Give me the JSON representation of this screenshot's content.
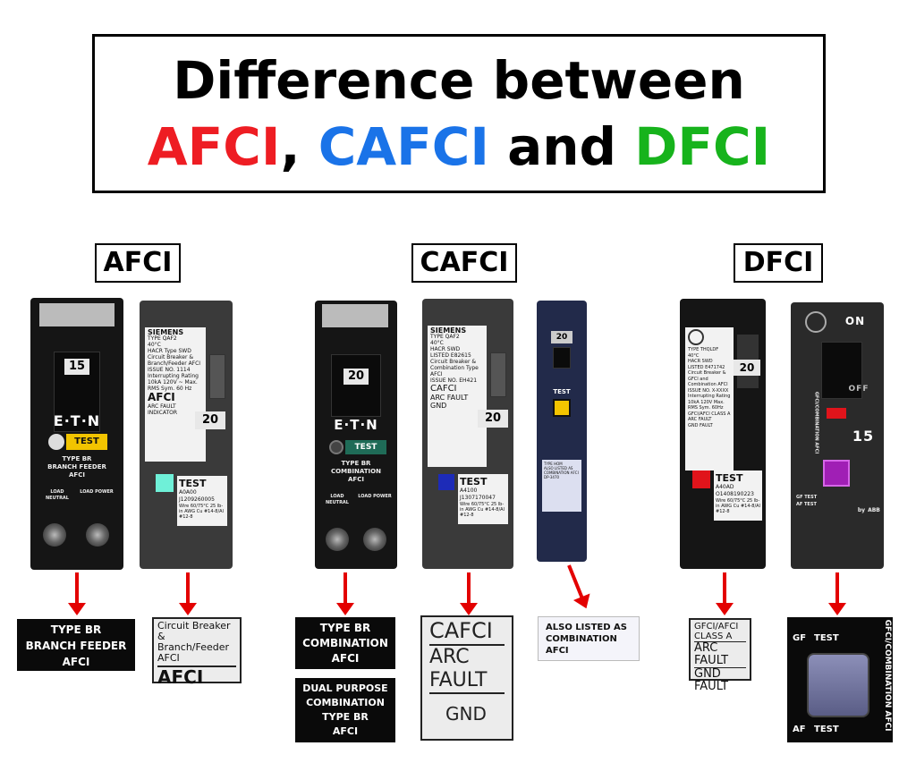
{
  "title": {
    "line1": "Difference between",
    "afci": "AFCI",
    "comma": ",",
    "cafci": "CAFCI",
    "and": "and",
    "dfci": "DFCI"
  },
  "colors": {
    "afci": "#ee1d23",
    "cafci": "#1a73e8",
    "dfci": "#17b31c",
    "arrow": "#e30000"
  },
  "sections": {
    "afci": "AFCI",
    "cafci": "CAFCI",
    "dfci": "DFCI"
  },
  "breakers": {
    "b1": {
      "rating": "15",
      "brand": "E·T·N",
      "test": "TEST",
      "type": "TYPE BR\nBRANCH FEEDER\nAFCI",
      "load_neutral": "LOAD NEUTRAL",
      "load_power": "LOAD POWER"
    },
    "b2": {
      "brand": "SIEMENS",
      "type": "TYPE QAF2",
      "temp": "40°C",
      "hacr": "HACR Type SWD",
      "listing": "Circuit Breaker & Branch/Feeder AFCI",
      "issue": "ISSUE NO. 1114",
      "rating": "20",
      "interrupt": "Interrupting Rating 10kA 120V ~ Max. RMS Sym. 60 Hz",
      "afci": "AFCI",
      "indicator": "ARC FAULT INDICATOR",
      "test": "TEST",
      "code": "A0A00",
      "serial": "J1209260005",
      "wire": "Wire 60/75°C 25 lb-in AWG Cu #14-8/Al #12-8"
    },
    "b3": {
      "rating": "20",
      "brand": "E·T·N",
      "test": "TEST",
      "type": "TYPE BR\nCOMBINATION\nAFCI",
      "load_neutral": "LOAD NEUTRAL",
      "load_power": "LOAD POWER"
    },
    "b4": {
      "brand": "SIEMENS",
      "type": "TYPE QAF2",
      "temp": "40°C",
      "hacr": "HACR SWD",
      "listed": "LISTED E82615",
      "listing": "Circuit Breaker & Combination Type AFCI",
      "issue": "ISSUE NO. EH421",
      "rating": "20",
      "cafci": "CAFCI",
      "arc": "ARC FAULT",
      "gnd": "GND",
      "test": "TEST",
      "code": "A4100",
      "serial": "J1307170047",
      "wire": "Wire 60/75°C 25 lb-in AWG Cu #14-8/Al #12-8"
    },
    "b5": {
      "rating": "20",
      "test": "TEST",
      "type": "TYPE HOM",
      "listing": "ALSO LISTED AS COMBINATION AFCI",
      "issue": "DP-3470"
    },
    "b6": {
      "type": "TYPE THQLDF",
      "temp": "40°C",
      "hacr": "HACR SWD",
      "listed": "LISTED E471742",
      "listing": "Circuit Breaker & GFCI and Combination AFCI",
      "issue": "ISSUE NO. X-XXXX",
      "rating": "20",
      "interrupt": "Interrupting Rating 10kA 120V Max. RMS Sym. 60Hz",
      "class": "GFCI/AFCI CLASS A",
      "arc": "ARC FAULT",
      "gnd": "GND FAULT",
      "test": "TEST",
      "code": "A40AD",
      "serial": "O1408190223",
      "wire": "Wire 60/75°C 25 lb-in AWG Cu #14-8/Al #12-8"
    },
    "b7": {
      "on": "ON",
      "off": "OFF",
      "rating": "15",
      "gf_test": "GF TEST",
      "af_test": "AF TEST",
      "by": "by",
      "abb": "ABB",
      "side": "GFCI/COMBINATION AFCI"
    }
  },
  "callouts": {
    "c1": "TYPE BR\nBRANCH FEEDER\nAFCI",
    "c2_line1": "Circuit Breaker &",
    "c2_line2": "Branch/Feeder",
    "c2_line3": "AFCI",
    "c2_big": "AFCI",
    "c3": "TYPE BR\nCOMBINATION\nAFCI",
    "c3b": "DUAL PURPOSE\nCOMBINATION\nTYPE BR\nAFCI",
    "c4_cafci": "CAFCI",
    "c4_arc": "ARC",
    "c4_fault": "FAULT",
    "c4_gnd": "GND",
    "c5": "ALSO LISTED AS\nCOMBINATION\nAFCI",
    "c6_class": "GFCI/AFCI CLASS A",
    "c6_arc": "ARC FAULT",
    "c6_gnd": "GND FAULT",
    "c7_gf": "GF",
    "c7_gf_test": "TEST",
    "c7_af": "AF",
    "c7_af_test": "TEST",
    "c7_side": "GFCI/COMBINATION AFCI"
  }
}
